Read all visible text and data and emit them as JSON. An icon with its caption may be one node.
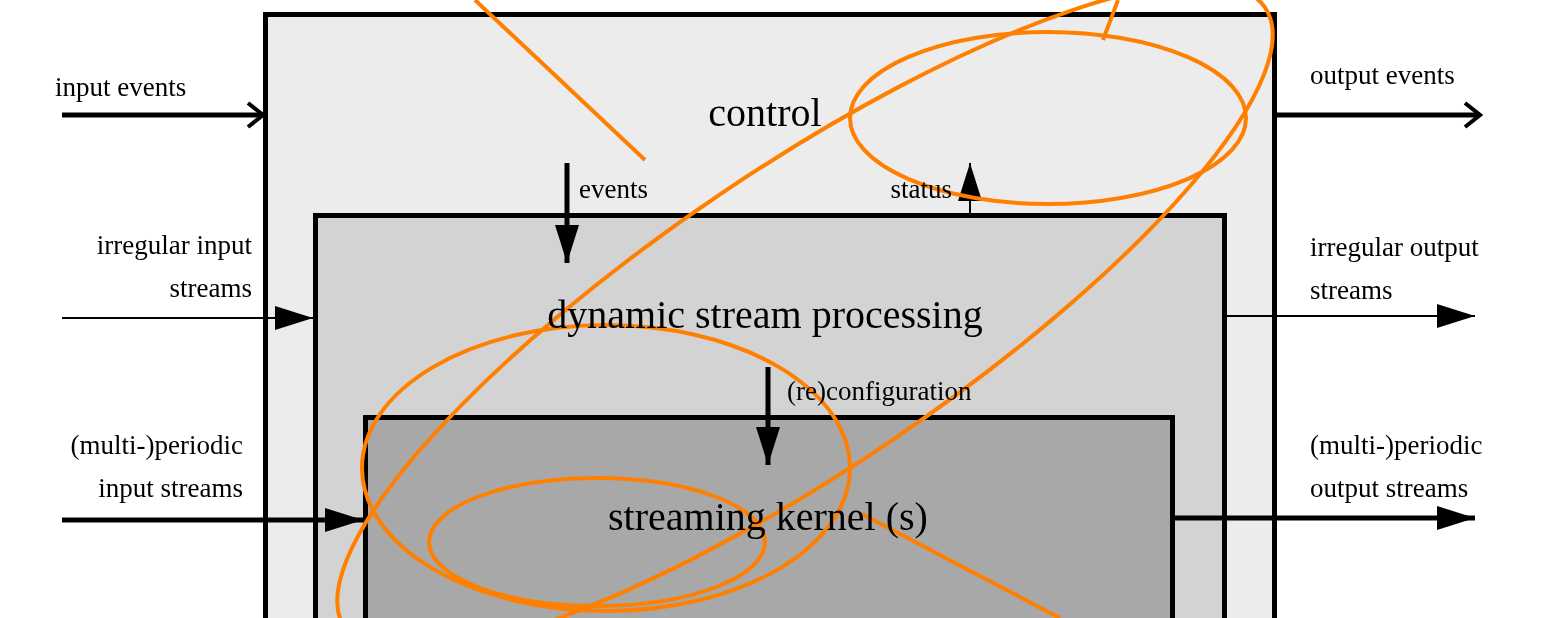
{
  "diagram": {
    "nodes": [
      {
        "text": [
          "control"
        ]
      },
      {
        "text": [
          "dynamic stream processing"
        ],
        "in": 0
      },
      {
        "text": [
          "streaming kernel (s)"
        ],
        "in": 1
      }
    ],
    "edges": [
      {
        "from": null,
        "to": 0,
        "arrow": "to",
        "label": "input events"
      },
      {
        "from": null,
        "to": 1,
        "arrow": "to",
        "label": "irregular input streams"
      },
      {
        "from": null,
        "to": 2,
        "arrow": "to",
        "label": "(multi-)periodic input streams"
      },
      {
        "from": null,
        "to": 1,
        "arrow": "to",
        "label": "events"
      },
      {
        "from": 1,
        "to": null,
        "arrow": "to",
        "label": "status"
      },
      {
        "from": null,
        "to": 2,
        "arrow": "to",
        "label": "(re)configuration"
      },
      {
        "from": 0,
        "to": null,
        "arrow": "to",
        "label": "output events"
      },
      {
        "from": 1,
        "to": null,
        "arrow": "to",
        "label": "irregular output streams"
      },
      {
        "from": 2,
        "to": null,
        "arrow": "to",
        "label": "(multi-)periodic output streams"
      }
    ]
  }
}
